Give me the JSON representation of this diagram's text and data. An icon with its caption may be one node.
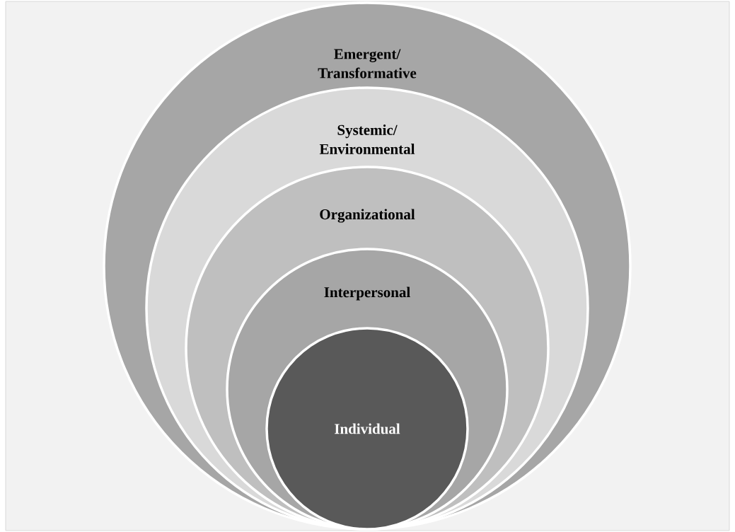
{
  "diagram": {
    "nodes": [
      {
        "text": [
          "Emergent/ Transformative"
        ]
      },
      {
        "text": [
          "Systemic/ Environmental"
        ],
        "in": 0
      },
      {
        "text": [
          "Organizational"
        ],
        "in": 1
      },
      {
        "text": [
          "Interpersonal"
        ],
        "in": 2
      },
      {
        "text": [
          "Individual"
        ],
        "in": 3
      }
    ]
  }
}
